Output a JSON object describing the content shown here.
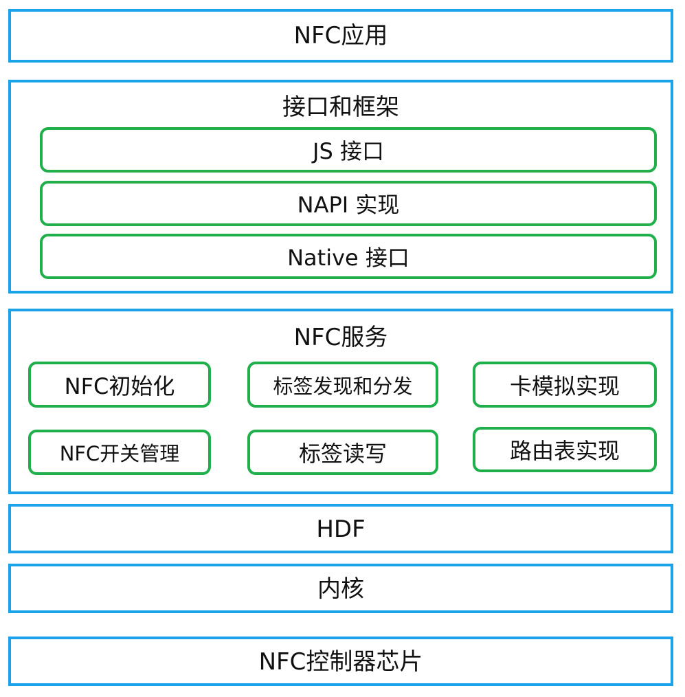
{
  "colors": {
    "layer_border": "#1aa3e8",
    "module_border": "#1fb04c",
    "text": "#111111",
    "background": "#ffffff"
  },
  "layers": {
    "app": {
      "title": "NFC应用"
    },
    "framework": {
      "title": "接口和框架",
      "modules": [
        "JS 接口",
        "NAPI 实现",
        "Native 接口"
      ]
    },
    "service": {
      "title": "NFC服务",
      "modules": [
        "NFC初始化",
        "标签发现和分发",
        "卡模拟实现",
        "NFC开关管理",
        "标签读写",
        "路由表实现"
      ]
    },
    "hdf": {
      "title": "HDF"
    },
    "kernel": {
      "title": "内核"
    },
    "chip": {
      "title": "NFC控制器芯片"
    }
  }
}
